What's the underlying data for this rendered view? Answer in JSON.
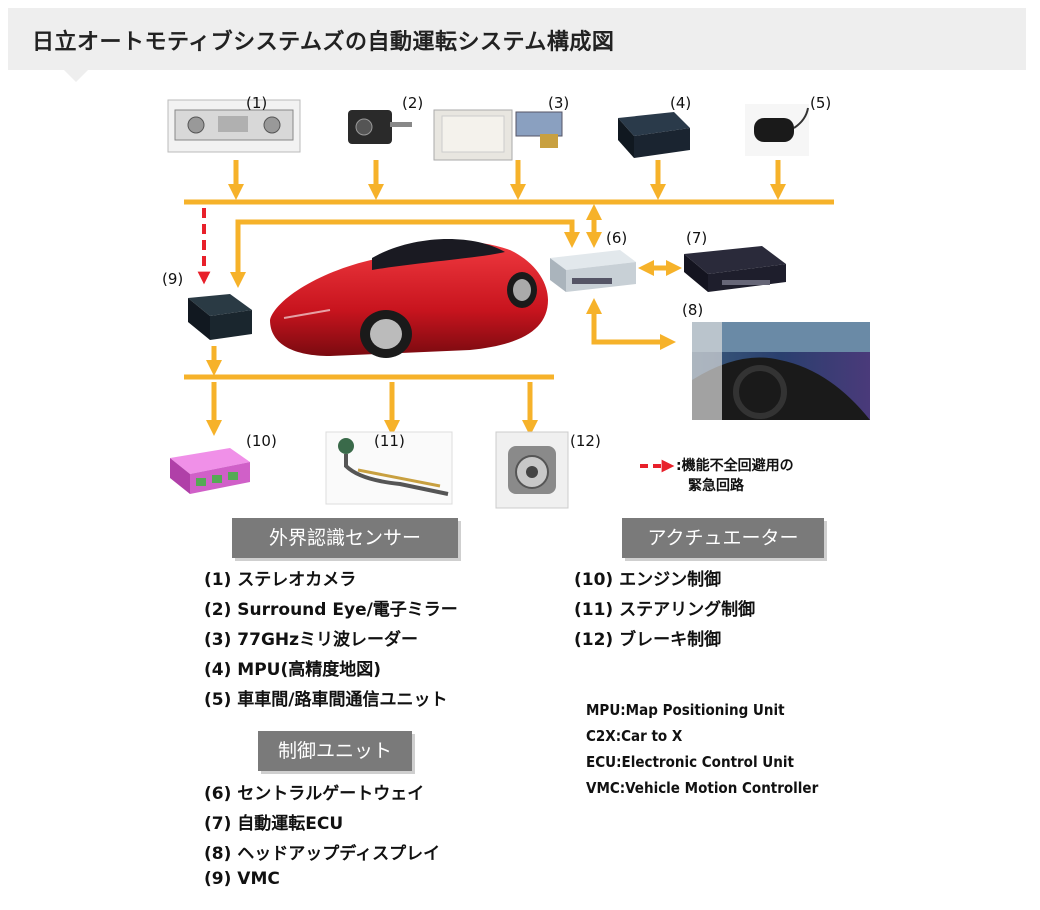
{
  "header": {
    "title": "日立オートモティブシステムズの自動運転システム構成図"
  },
  "labels": {
    "n1": "(1)",
    "n2": "(2)",
    "n3": "(3)",
    "n4": "(4)",
    "n5": "(5)",
    "n6": "(6)",
    "n7": "(7)",
    "n8": "(8)",
    "n9": "(9)",
    "n10": "(10)",
    "n11": "(11)",
    "n12": "(12)"
  },
  "legend": {
    "line1": ":機能不全回避用の",
    "line2": "緊急回路",
    "color": "#e8202a"
  },
  "colors": {
    "bus": "#f6b22a",
    "emergency": "#e8202a",
    "car": "#c8141e",
    "ecu_pink": "#e070d8"
  },
  "sections": {
    "sensors": {
      "title": "外界認識センサー",
      "items": [
        "(1) ステレオカメラ",
        "(2) Surround Eye/電子ミラー",
        "(3) 77GHzミリ波レーダー",
        "(4) MPU(高精度地図)",
        "(5) 車車間/路車間通信ユニット"
      ]
    },
    "actuators": {
      "title": "アクチュエーター",
      "items": [
        "(10) エンジン制御",
        "(11) ステアリング制御",
        "(12) ブレーキ制御"
      ]
    },
    "control": {
      "title": "制御ユニット",
      "items": [
        "(6) セントラルゲートウェイ",
        "(7) 自動運転ECU",
        "(8) ヘッドアップディスプレイ",
        "(9) VMC"
      ]
    }
  },
  "abbreviations": [
    "MPU:Map Positioning Unit",
    "C2X:Car to X",
    "ECU:Electronic Control Unit",
    "VMC:Vehicle Motion Controller"
  ]
}
